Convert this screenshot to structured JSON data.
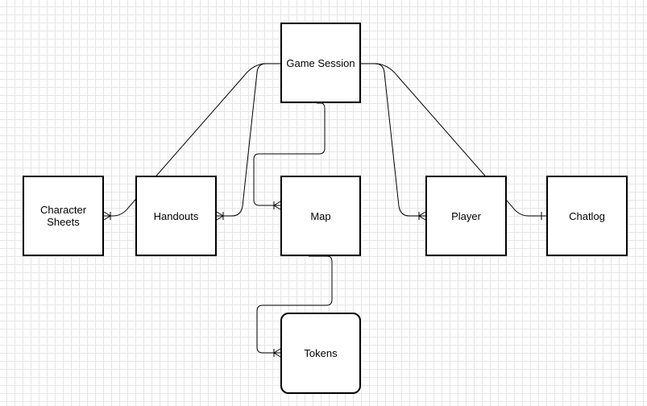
{
  "diagram": {
    "nodes": [
      {
        "id": "game-session",
        "label": "Game Session"
      },
      {
        "id": "character-sheets",
        "label": "Character\nSheets"
      },
      {
        "id": "handouts",
        "label": "Handouts"
      },
      {
        "id": "map",
        "label": "Map"
      },
      {
        "id": "player",
        "label": "Player"
      },
      {
        "id": "chatlog",
        "label": "Chatlog"
      },
      {
        "id": "tokens",
        "label": "Tokens"
      }
    ],
    "edges": [
      {
        "from": "game-session",
        "to": "character-sheets",
        "end": "one-or-many"
      },
      {
        "from": "game-session",
        "to": "handouts",
        "end": "one-or-many"
      },
      {
        "from": "game-session",
        "to": "map",
        "end": "one-or-many"
      },
      {
        "from": "game-session",
        "to": "player",
        "end": "one-or-many"
      },
      {
        "from": "game-session",
        "to": "chatlog",
        "end": "one"
      },
      {
        "from": "map",
        "to": "tokens",
        "end": "one-or-many"
      }
    ]
  }
}
